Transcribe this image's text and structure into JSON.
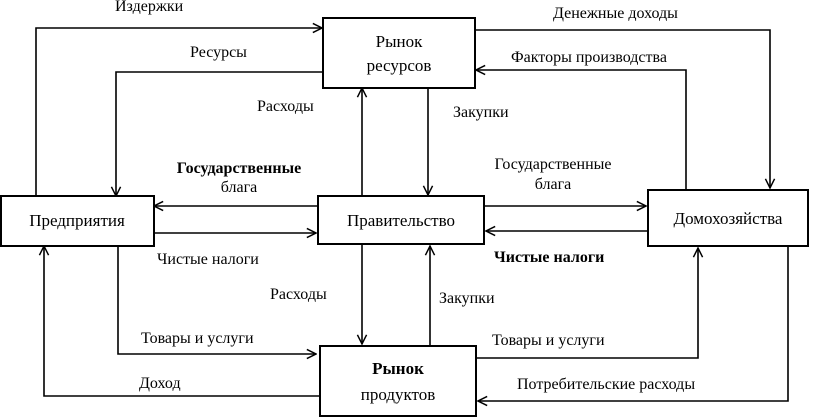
{
  "nodes": {
    "resource_market": {
      "line1": "Рынок",
      "line2": "ресурсов"
    },
    "enterprises": {
      "label": "Предприятия"
    },
    "government": {
      "label": "Правительство"
    },
    "households": {
      "label": "Домохозяйства"
    },
    "product_market": {
      "line1": "Рынок",
      "line2": "продуктов"
    }
  },
  "flows": {
    "costs": "Издержки",
    "money_income": "Денежные доходы",
    "resources": "Ресурсы",
    "factors_of_production": "Факторы производства",
    "gov_spending_top": "Расходы",
    "gov_purchases_top": "Закупки",
    "public_goods_left_l1": "Государственные",
    "public_goods_left_l2": "блага",
    "public_goods_right_l1": "Государственные",
    "public_goods_right_l2": "блага",
    "net_taxes_left": "Чистые налоги",
    "net_taxes_right": "Чистые налоги",
    "gov_spending_bottom": "Расходы",
    "gov_purchases_bottom": "Закупки",
    "goods_services_left": "Товары и услуги",
    "goods_services_right": "Товары и услуги",
    "income": "Доход",
    "consumer_spending": "Потребительские расходы"
  }
}
